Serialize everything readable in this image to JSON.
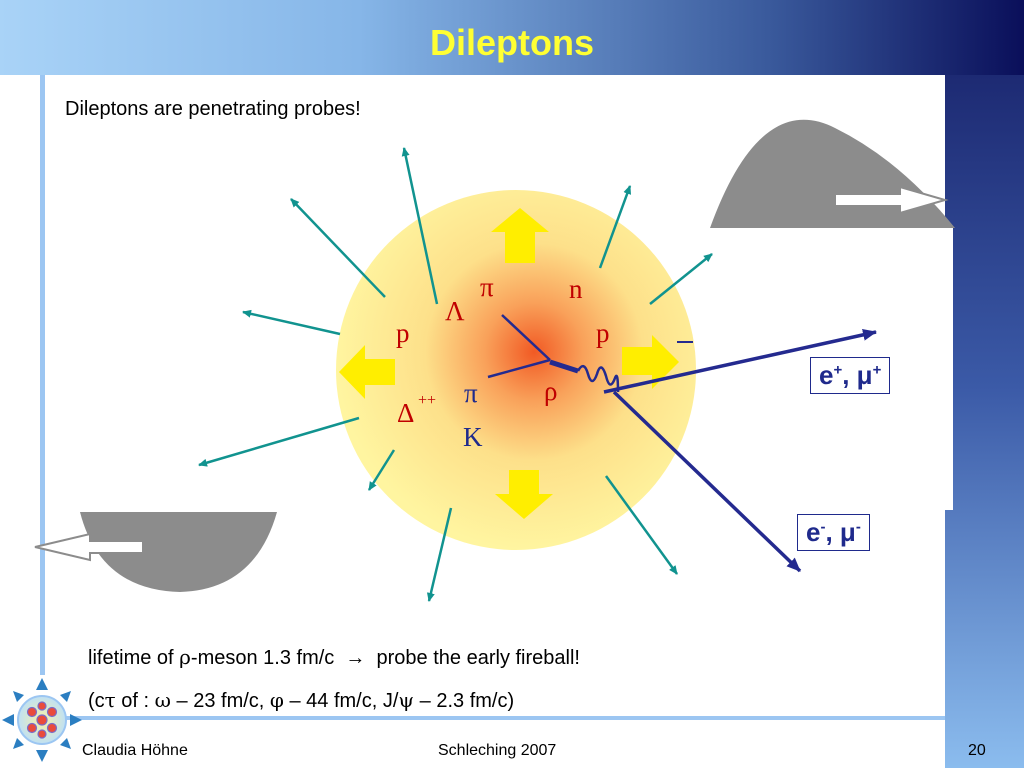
{
  "slide": {
    "title": "Dileptons",
    "intro": "Dileptons are penetrating probes!",
    "labels": {
      "pi_top": "π",
      "n": "n",
      "lambda": "Λ",
      "p_left": "p",
      "p_right": "p",
      "pi_mid": "π",
      "rho": "ρ",
      "delta": "Δ",
      "delta_charge": "++",
      "kaon": "K"
    },
    "positive_leptons": "e",
    "positive_leptons_rest": ", μ",
    "positive_sign": "+",
    "negative_leptons": "e",
    "negative_leptons_rest": ", μ",
    "negative_sign": "-",
    "caption1_pre": "lifetime of ",
    "caption1_rho": "ρ",
    "caption1_post": "-meson 1.3 fm/c  →  probe the early fireball!",
    "caption2_pre": "(c",
    "caption2_tau": "τ",
    "caption2_of": " of : ",
    "caption2_omega": "ω",
    "caption2_a": " – 23 fm/c, ",
    "caption2_phi": "φ",
    "caption2_b": " – 44 fm/c, J/",
    "caption2_psi": "ψ",
    "caption2_c": " – 2.3 fm/c)"
  },
  "footer": {
    "author": "Claudia Höhne",
    "event": "Schleching 2007",
    "page": "20"
  },
  "colors": {
    "title": "#ffff33",
    "teal_tracks": "#11938f",
    "lepton_tracks": "#242a8f",
    "fireball_edge": "#fff5a0",
    "fireball_core": "#f15a24",
    "particle_labels": "#c00000",
    "meson_labels": "#1f2a8c",
    "fragments": "#8c8c8c"
  }
}
